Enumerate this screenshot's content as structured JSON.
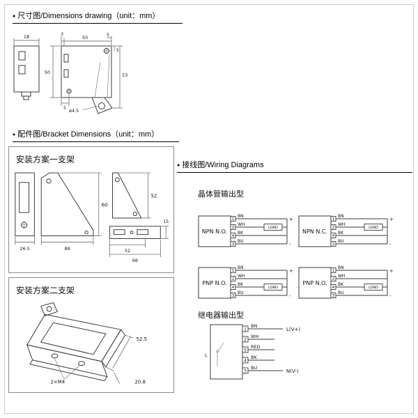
{
  "bullet": "●",
  "headers": {
    "dims": "尺寸图/Dimensions drawing（unit：mm）",
    "bracket": "配件图/Bracket Dimensions（unit：mm）",
    "wiring": "接线图/Wiring Diagrams"
  },
  "dims_drawing": {
    "front_width": "18",
    "top_offset": "3",
    "top_width": "50",
    "top_right": "5",
    "right_top": "5",
    "left_height": "50",
    "right_height": "53",
    "bottom_offset": "5",
    "lens_diameter": "ø4.5"
  },
  "bracket1": {
    "title": "安装方案一支架",
    "plate_width": "26.5",
    "gusset_width": "88",
    "gusset_height": "60",
    "triangle_height": "52",
    "plate2_inner": "52",
    "plate2_width": "68",
    "plate2_height": "15"
  },
  "bracket2": {
    "title": "安装方案二支架",
    "length": "52.5",
    "depth": "20.8",
    "holes": "2×M4"
  },
  "wiring": {
    "transistor_title": "晶体管输出型",
    "relay_title": "继电器输出型",
    "load_label": "LOAD",
    "plus": "+",
    "minus": "-",
    "diagrams": [
      {
        "label": "NPN N.O.",
        "pins": [
          {
            "n": "1",
            "c": "BN"
          },
          {
            "n": "2",
            "c": "WH"
          },
          {
            "n": "4",
            "c": "BK"
          },
          {
            "n": "3",
            "c": "BU"
          }
        ]
      },
      {
        "label": "NPN N.C.",
        "pins": [
          {
            "n": "1",
            "c": "BN"
          },
          {
            "n": "2",
            "c": "WH"
          },
          {
            "n": "4",
            "c": "BK"
          },
          {
            "n": "3",
            "c": "BU"
          }
        ]
      },
      {
        "label": "PNP N.O.",
        "pins": [
          {
            "n": "1",
            "c": "BN"
          },
          {
            "n": "2",
            "c": "WH"
          },
          {
            "n": "4",
            "c": "BK"
          },
          {
            "n": "3",
            "c": "BU"
          }
        ]
      },
      {
        "label": "PNP N.O.",
        "pins": [
          {
            "n": "1",
            "c": "BN"
          },
          {
            "n": "2",
            "c": "WH"
          },
          {
            "n": "4",
            "c": "BK"
          },
          {
            "n": "3",
            "c": "BU"
          }
        ]
      }
    ],
    "relay": {
      "coil_label": "L",
      "line_label": "L(V+)",
      "neutral_label": "N(V-)",
      "pins": [
        {
          "n": "1",
          "c": "BN"
        },
        {
          "n": "2",
          "c": "WH"
        },
        {
          "n": "5",
          "c": "RED"
        },
        {
          "n": "4",
          "c": "BK"
        },
        {
          "n": "3",
          "c": "BU"
        }
      ]
    }
  }
}
